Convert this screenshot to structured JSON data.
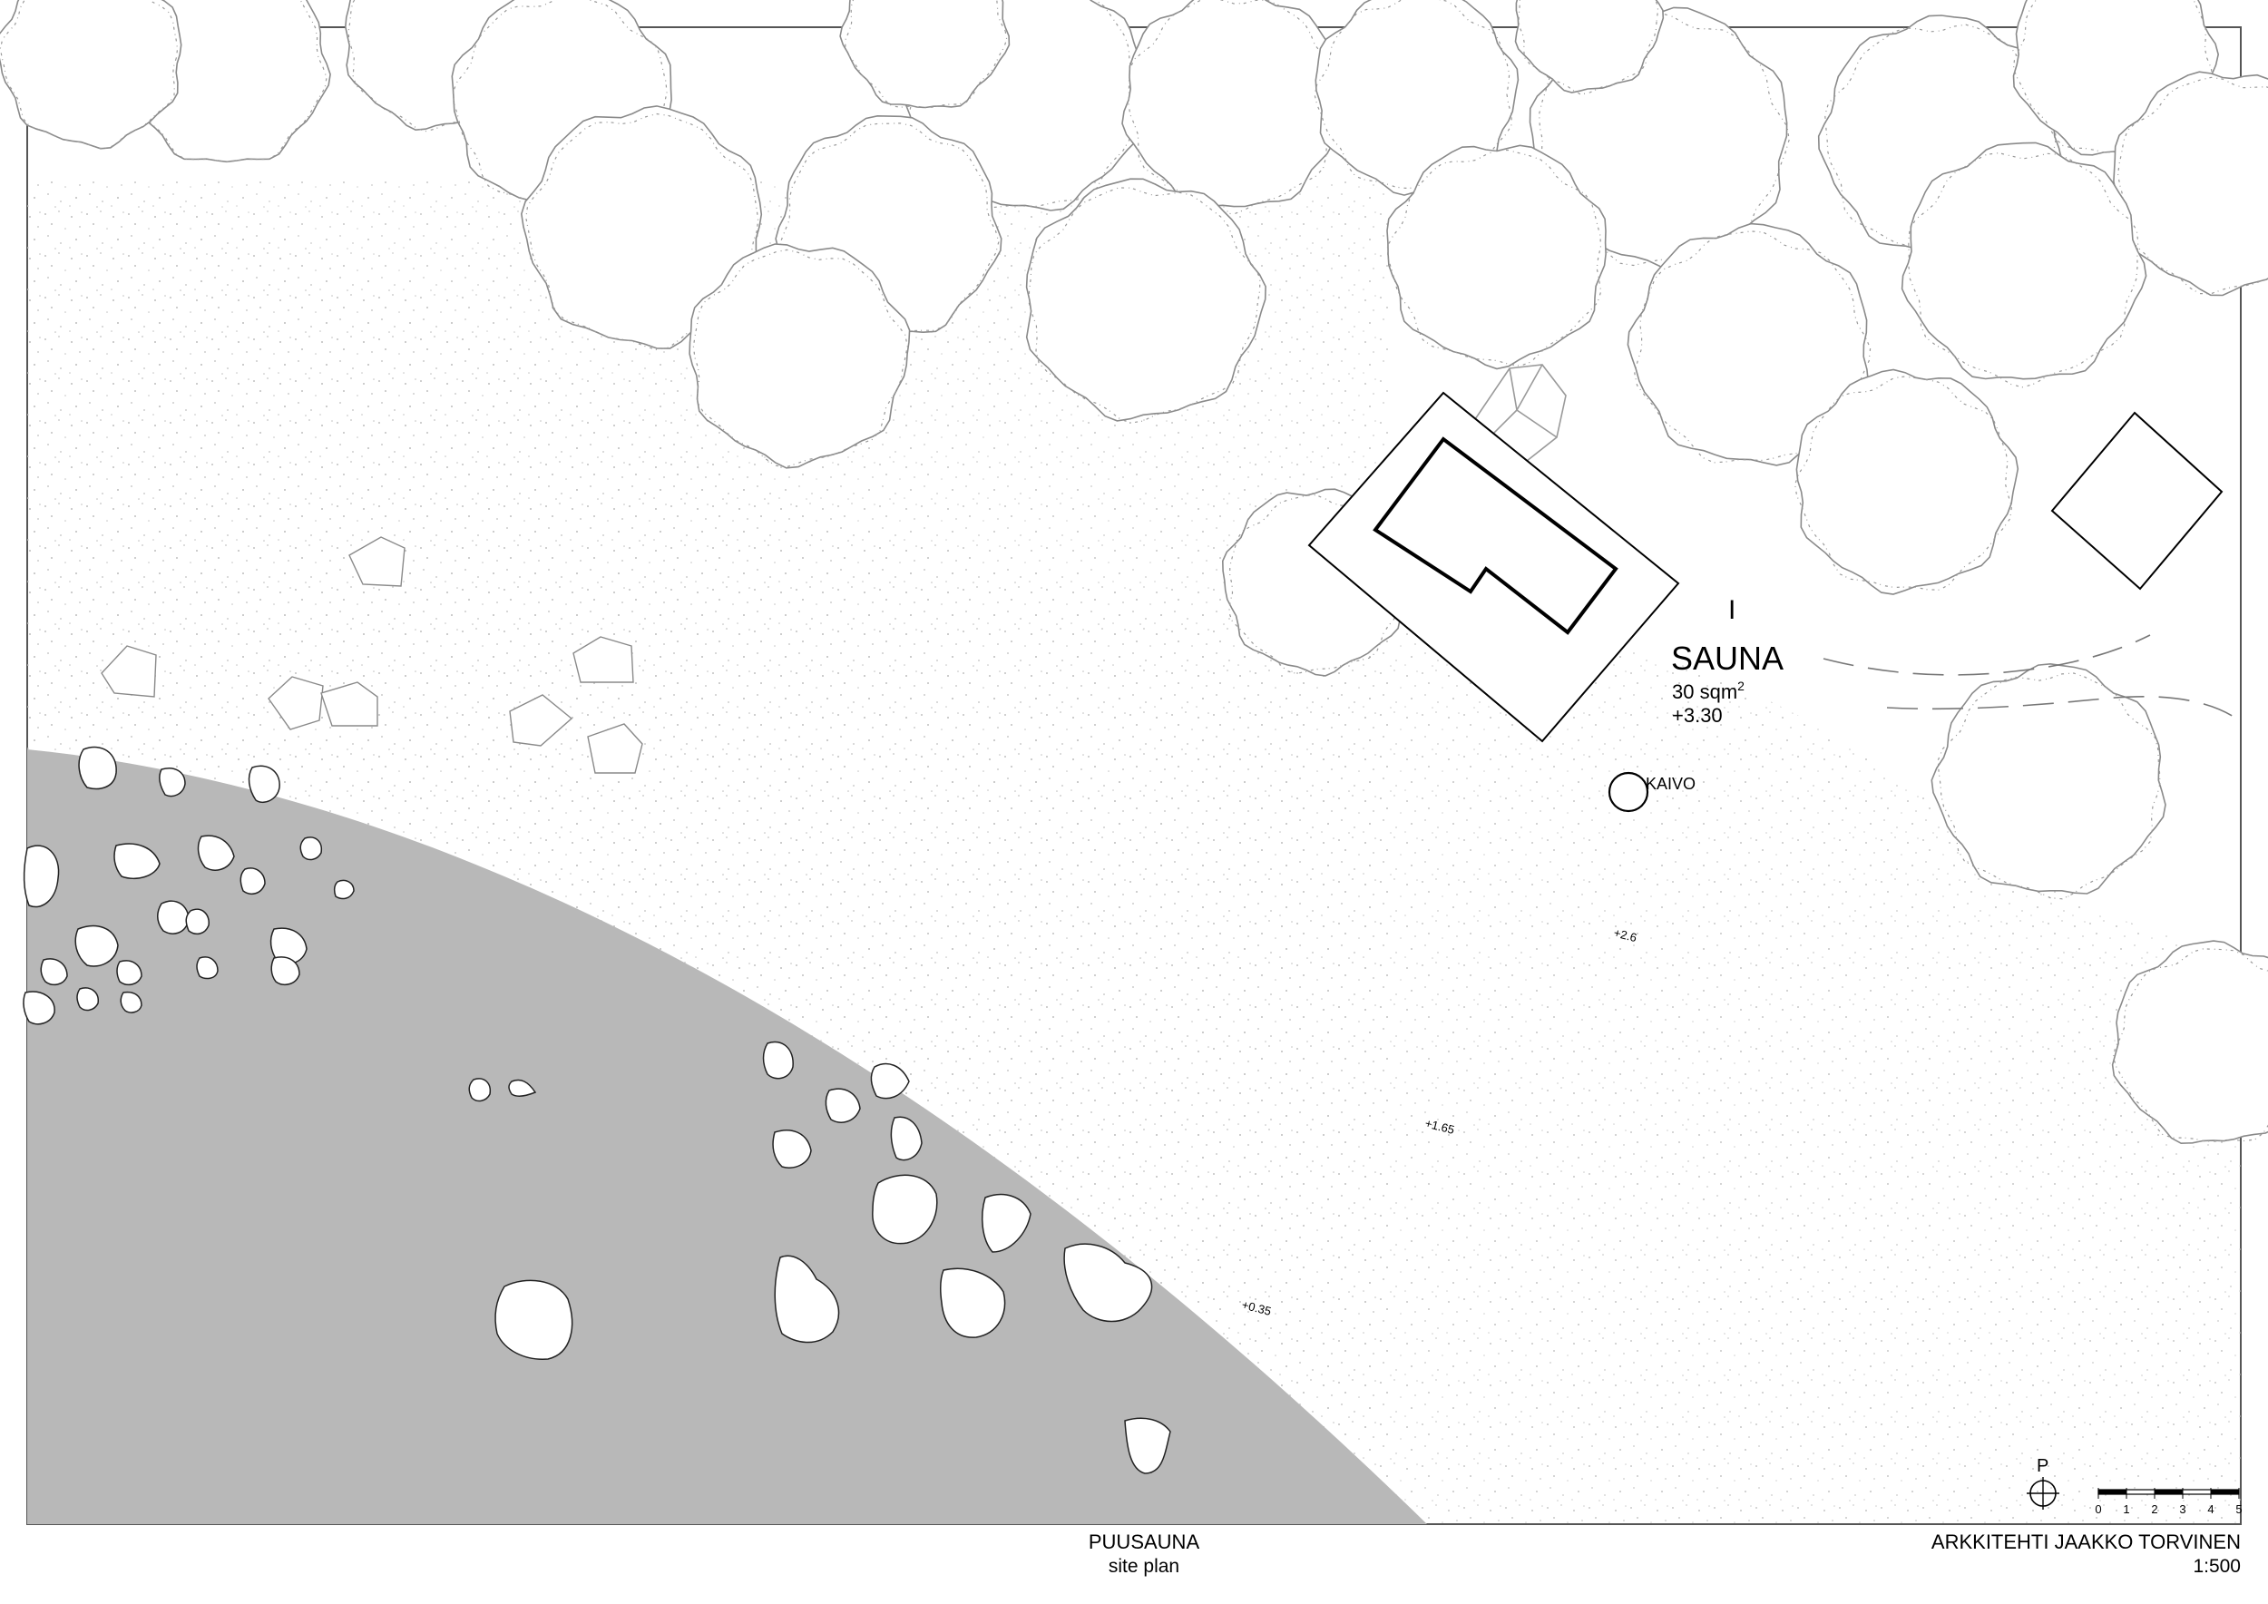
{
  "plan": {
    "building": {
      "number": "I",
      "name": "SAUNA",
      "area": "30 sqm",
      "area_sup": "2",
      "elevation": "+3.30"
    },
    "well": {
      "label": "KAIVO"
    },
    "spot_elevations": [
      "+2.6",
      "+1.65",
      "+0.35"
    ],
    "north": {
      "label": "P"
    },
    "scale_bar": {
      "ticks": [
        "0",
        "1",
        "2",
        "3",
        "4",
        "5"
      ]
    }
  },
  "title_block": {
    "project": "PUUSAUNA",
    "drawing": "site plan",
    "architect": "ARKKITEHTI JAAKKO TORVINEN",
    "scale": "1:500"
  },
  "colors": {
    "water": "#b8b8b8",
    "ground_dots": "#c4c4c4",
    "tree_outline": "#8a8a8a",
    "building": "#000000"
  }
}
